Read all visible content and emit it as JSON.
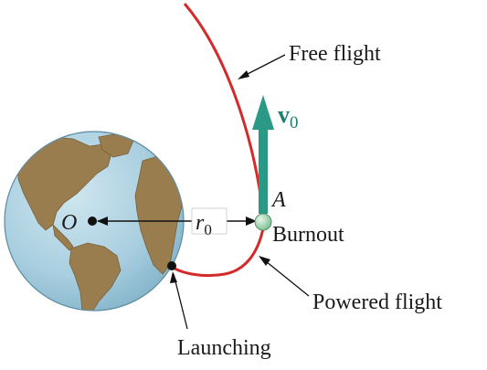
{
  "labels": {
    "free_flight": "Free flight",
    "v0_letter": "v",
    "v0_sub": "0",
    "point_A": "A",
    "burnout": "Burnout",
    "origin": "O",
    "r0_letter": "r",
    "r0_sub": "0",
    "powered_flight": "Powered flight",
    "launching": "Launching"
  },
  "colors": {
    "trajectory": "#d42a2a",
    "velocity_arrow": "#2a9a86",
    "burnout_point": "#8cc7a0",
    "ocean": "#a9cfe0",
    "land": "#9a7d4f",
    "leader": "#1a1a1a",
    "v0_label": "#1f7f6e"
  }
}
